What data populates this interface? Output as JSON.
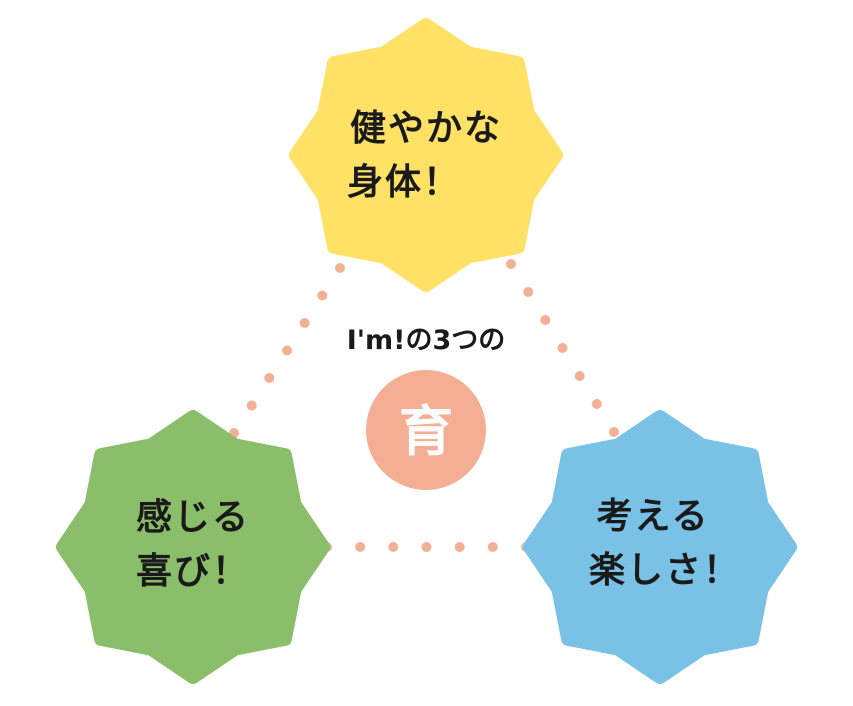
{
  "center": {
    "title": "I'm!の3つの",
    "badge": "育"
  },
  "nodes": [
    {
      "id": "top",
      "line1": "健やかな",
      "line2": "身体！",
      "color": "#FFE165"
    },
    {
      "id": "left",
      "line1": "感じる",
      "line2": "喜び！",
      "color": "#8BBE6A"
    },
    {
      "id": "right",
      "line1": "考える",
      "line2": "楽しさ！",
      "color": "#79C1E5"
    }
  ],
  "colors": {
    "dots": "#F2B197",
    "badge": "#F4AE94",
    "text": "#1a1a1a"
  }
}
